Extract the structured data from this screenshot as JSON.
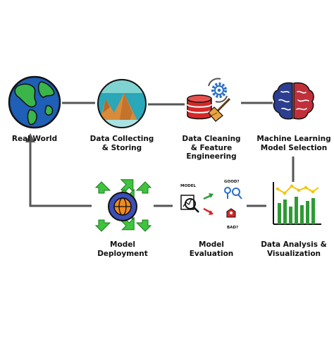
{
  "diagram": {
    "nodes": [
      {
        "id": "real_world",
        "lines": [
          "Real World"
        ],
        "icon": "globe-icon"
      },
      {
        "id": "data_collecting",
        "lines": [
          "Data Collecting",
          "& Storing"
        ],
        "icon": "landscape-icon"
      },
      {
        "id": "data_cleaning",
        "lines": [
          "Data Cleaning",
          "& Feature",
          "Engineering"
        ],
        "icon": "database-broom-icon"
      },
      {
        "id": "ml_selection",
        "lines": [
          "Machine Learning",
          "Model Selection"
        ],
        "icon": "brain-icon"
      },
      {
        "id": "data_analysis",
        "lines": [
          "Data Analysis &",
          "Visualization"
        ],
        "icon": "chart-icon"
      },
      {
        "id": "model_evaluation",
        "lines": [
          "Model",
          "Evaluation"
        ],
        "icon": "evaluation-icon"
      },
      {
        "id": "model_deployment",
        "lines": [
          "Model",
          "Deployment"
        ],
        "icon": "deployment-globe-icon"
      }
    ],
    "evaluation_icon_text": {
      "model": "MODEL",
      "good": "GOOD?",
      "bad": "BAD?"
    },
    "colors": {
      "connector": "#555555",
      "arrows": "#3ec43e",
      "ocean": "#1f5fb5",
      "land": "#39b54a",
      "db": "#d62828"
    }
  }
}
